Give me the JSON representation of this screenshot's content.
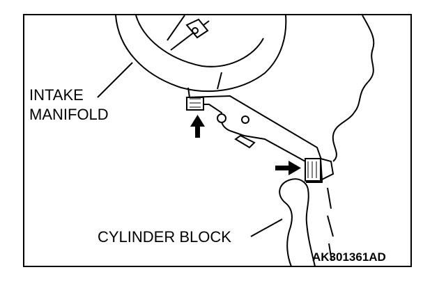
{
  "labels": {
    "intake_line1": "INTAKE",
    "intake_line2": "MANIFOLD",
    "cylinder_block": "CYLINDER BLOCK",
    "figure_code": "AK301361AD"
  }
}
